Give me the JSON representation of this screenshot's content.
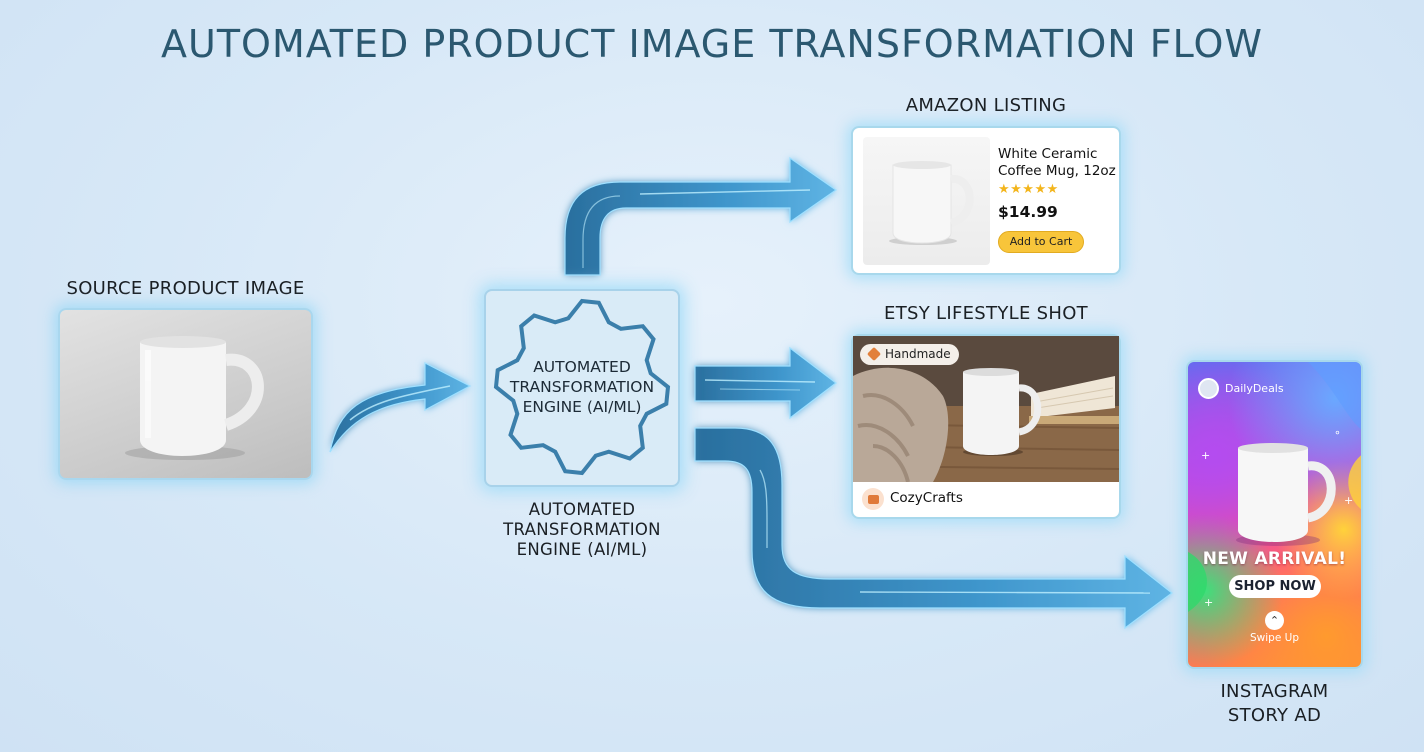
{
  "title": "AUTOMATED PRODUCT IMAGE TRANSFORMATION FLOW",
  "source": {
    "label": "SOURCE PRODUCT IMAGE"
  },
  "engine": {
    "inner_lines": [
      "AUTOMATED",
      "TRANSFORMATION",
      "ENGINE (AI/ML)"
    ],
    "caption_lines": [
      "AUTOMATED",
      "TRANSFORMATION",
      "ENGINE (AI/ML)"
    ]
  },
  "amazon": {
    "label": "AMAZON LISTING",
    "product_title_lines": [
      "White Ceramic",
      "Coffee Mug, 12oz"
    ],
    "stars": "★★★★★",
    "rating": 5,
    "price": "$14.99",
    "button": "Add to Cart"
  },
  "etsy": {
    "label": "ETSY LIFESTYLE SHOT",
    "tag": "Handmade",
    "shop": "CozyCrafts"
  },
  "instagram": {
    "label_lines": [
      "INSTAGRAM",
      "STORY AD"
    ],
    "handle": "DailyDeals",
    "headline": "NEW ARRIVAL!",
    "cta": "SHOP NOW",
    "swipe": "Swipe Up"
  },
  "colors": {
    "background": "#d7e8f7",
    "title": "#2b5870",
    "flow_arrow": "#2f80b6",
    "glow": "#a8d8ec",
    "amazon_button": "#f8c53a",
    "stars": "#f3b51c"
  }
}
